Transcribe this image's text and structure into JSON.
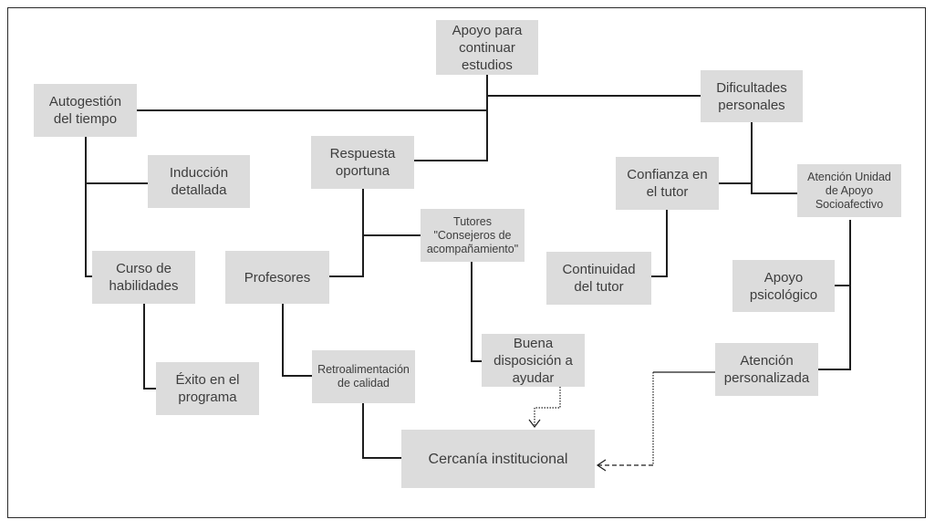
{
  "diagram": {
    "line_color": "#1e1e1e",
    "node_fill": "#dcdcdc",
    "nodes": {
      "apoyo_continuar": "Apoyo para\ncontinuar\nestudios",
      "autogestion": "Autogestión\ndel tiempo",
      "dificultades": "Dificultades\npersonales",
      "respuesta": "Respuesta\noportuna",
      "induccion": "Inducción\ndetallada",
      "confianza": "Confianza en\nel tutor",
      "atencion_unidad": "Atención Unidad\nde Apoyo\nSocioafectivo",
      "tutores": "Tutores\n\"Consejeros de\nacompañamiento\"",
      "curso": "Curso de\nhabilidades",
      "profesores": "Profesores",
      "continuidad": "Continuidad\ndel tutor",
      "apoyo_psico": "Apoyo\npsicológico",
      "buena": "Buena\ndisposición a\nayudar",
      "exito": "Éxito en el\nprograma",
      "retro": "Retroalimentación\nde calidad",
      "atencion_pers": "Atención\npersonalizada",
      "cercania": "Cercanía institucional"
    }
  }
}
